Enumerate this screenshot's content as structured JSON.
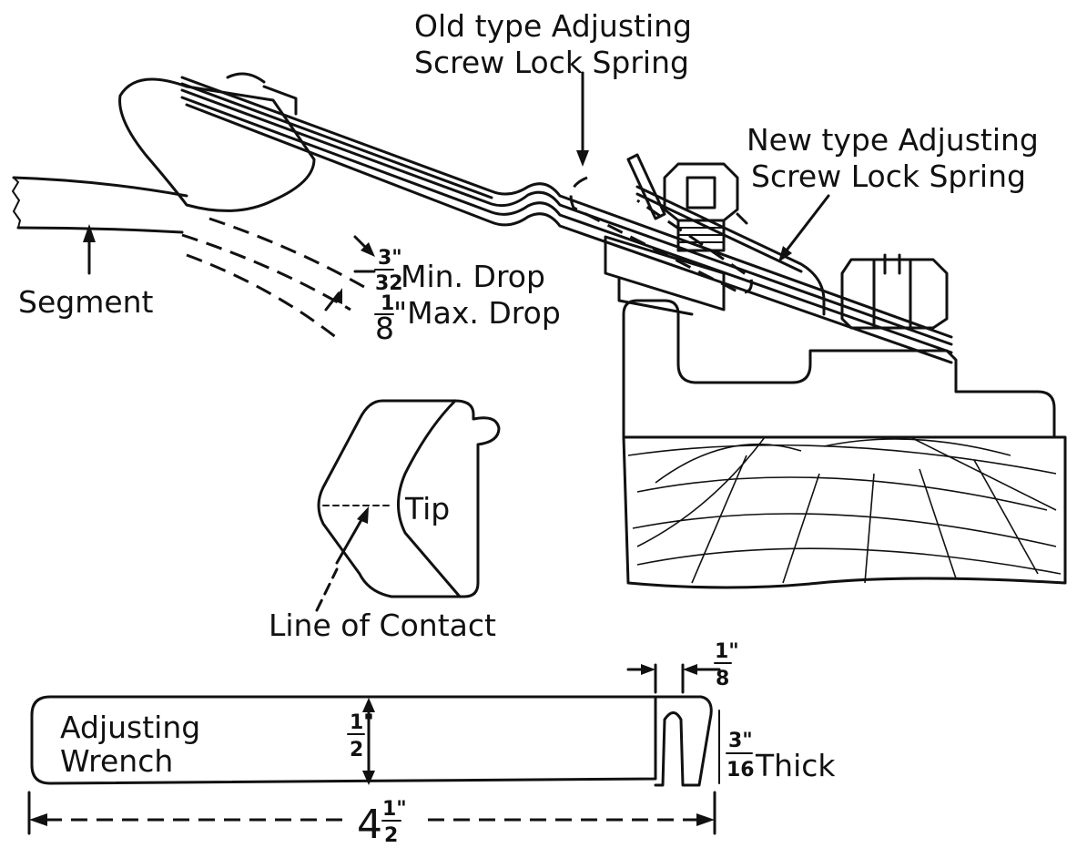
{
  "labels": {
    "old_spring_line1": "Old type Adjusting",
    "old_spring_line2": "Screw Lock Spring",
    "new_spring_line1": "New type Adjusting",
    "new_spring_line2": "Screw Lock Spring",
    "segment": "Segment",
    "min_drop_num": "3\"",
    "min_drop_den": "32",
    "min_drop_text": "Min. Drop",
    "max_drop_num": "1",
    "max_drop_den": "8",
    "max_drop_text": "\"Max. Drop",
    "tip": "Tip",
    "line_of_contact": "Line of Contact",
    "wrench_line1": "Adjusting",
    "wrench_line2": "Wrench",
    "slot_num": "1\"",
    "slot_den": "8",
    "width_num": "1\"",
    "width_den": "2",
    "thick_num": "3\"",
    "thick_den": "16",
    "thick_text": "Thick",
    "length_whole": "4",
    "length_num": "1\"",
    "length_den": "2"
  }
}
